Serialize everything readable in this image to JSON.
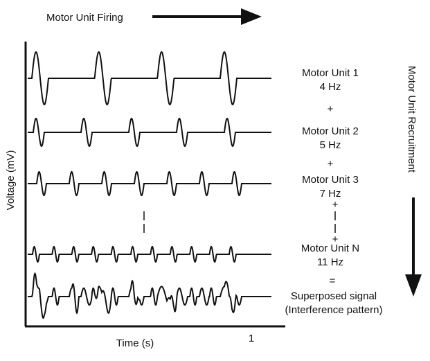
{
  "header": {
    "firing_label": "Motor  Unit Firing"
  },
  "side": {
    "recruitment_label": "Motor Unit Recruitment"
  },
  "axes": {
    "y_label": "Voltage (mV)",
    "x_label": "Time (s)",
    "x_tick": "1"
  },
  "units": [
    {
      "name": "Motor Unit 1",
      "rate": "4 Hz",
      "spikes": 4
    },
    {
      "name": "Motor Unit 2",
      "rate": "5 Hz",
      "spikes": 5
    },
    {
      "name": "Motor Unit 3",
      "rate": "7 Hz",
      "spikes": 7
    },
    {
      "name": "Motor Unit N",
      "rate": "11 Hz",
      "spikes": 11
    }
  ],
  "operators": {
    "plus": "+",
    "ellipsis": "|",
    "equals": "="
  },
  "result": {
    "line1": "Superposed signal",
    "line2": "(Interference pattern)"
  }
}
